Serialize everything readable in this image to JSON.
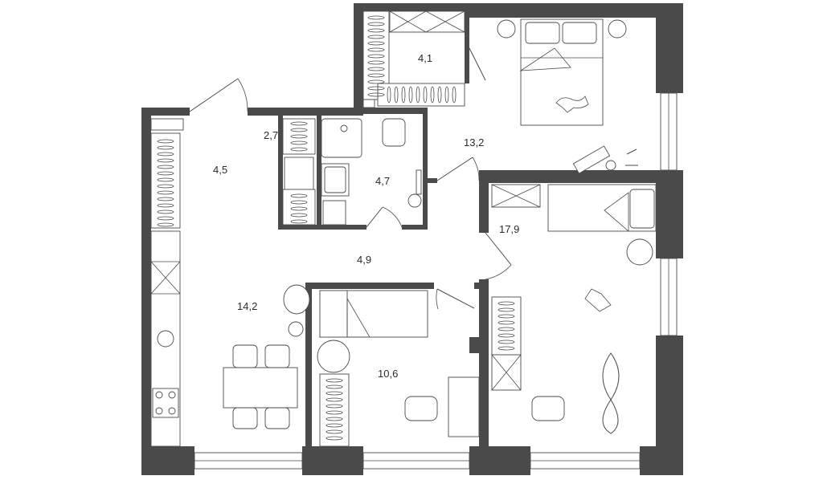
{
  "rooms": [
    {
      "id": "wardrobe",
      "area": "4,1"
    },
    {
      "id": "bedroom-master",
      "area": "13,2"
    },
    {
      "id": "hall-entry",
      "area": "4,5"
    },
    {
      "id": "storage",
      "area": "2,7"
    },
    {
      "id": "bathroom",
      "area": "4,7"
    },
    {
      "id": "corridor",
      "area": "4,9"
    },
    {
      "id": "kitchen-living",
      "area": "14,2"
    },
    {
      "id": "bedroom-small",
      "area": "10,6"
    },
    {
      "id": "kids-room",
      "area": "17,9"
    }
  ],
  "colors": {
    "wall": "#4a4a4a",
    "background": "#ffffff",
    "text": "#2b2b2b"
  }
}
